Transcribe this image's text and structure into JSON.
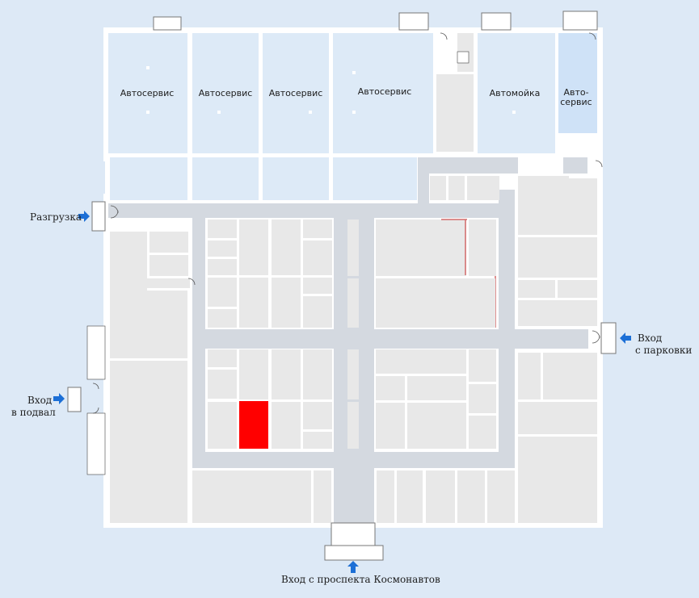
{
  "map": {
    "rooms": {
      "service_1": "Автосервис",
      "service_2": "Автосервис",
      "service_3": "Автосервис",
      "service_4": "Автосервис",
      "carwash": "Автомойка",
      "service_small_line1": "Авто-",
      "service_small_line2": "сервис"
    },
    "entrances": {
      "unloading": "Разгрузка",
      "basement_line1": "Вход",
      "basement_line2": "в подвал",
      "parking_line1": "Вход",
      "parking_line2": "с парковки",
      "main": "Вход с проспекта Космонавтов"
    },
    "colors": {
      "background": "#dde9f6",
      "highlighted_room": "#ff0000",
      "arrow": "#1c6fd6",
      "corridor": "#d4d9e0",
      "room": "#e8e8e8"
    },
    "icons": [
      "arrow-right-icon",
      "arrow-left-icon",
      "arrow-up-icon",
      "door-icon",
      "staircase-icon"
    ]
  }
}
